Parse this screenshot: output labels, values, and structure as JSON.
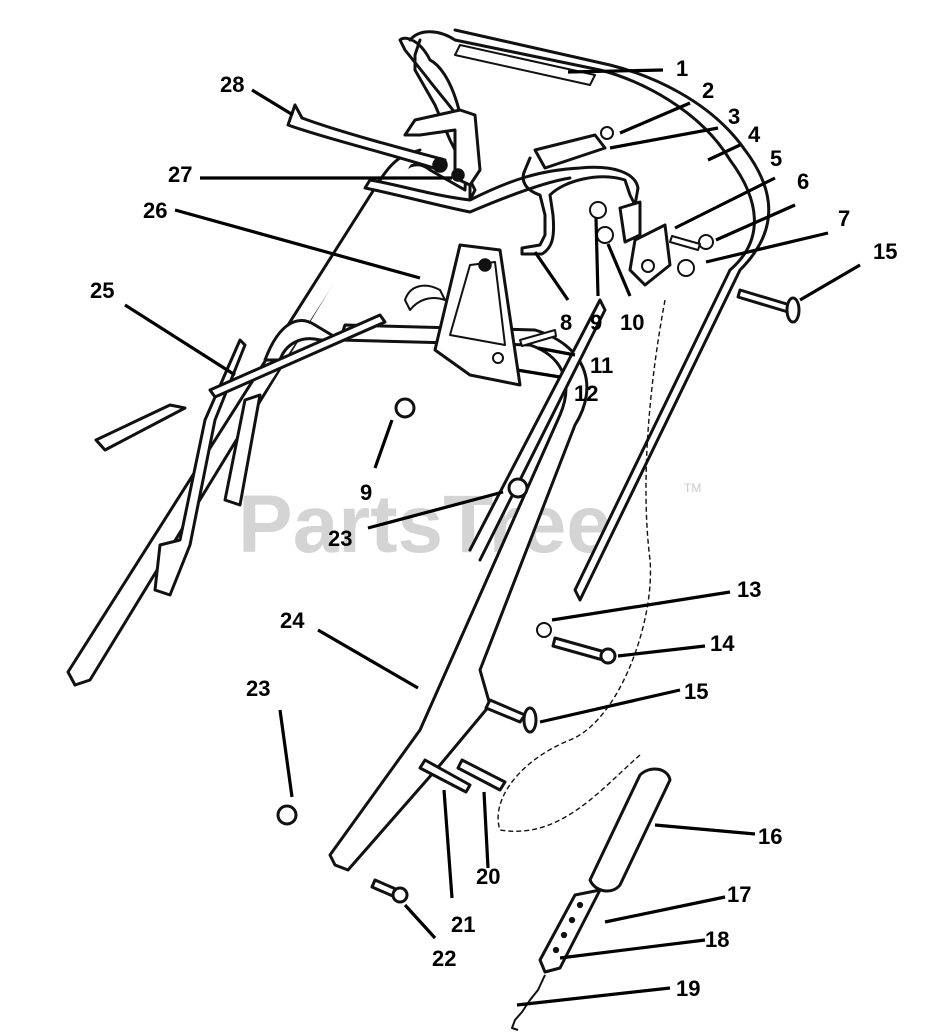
{
  "watermark": {
    "text": "PartsTree",
    "trademark": "TM"
  },
  "callouts": [
    "1",
    "2",
    "3",
    "4",
    "5",
    "6",
    "7",
    "15",
    "28",
    "27",
    "26",
    "25",
    "8",
    "9",
    "10",
    "11",
    "12",
    "9",
    "23",
    "13",
    "14",
    "15",
    "24",
    "23",
    "16",
    "17",
    "18",
    "19",
    "20",
    "21",
    "22"
  ],
  "colors": {
    "ink": "#111111",
    "background": "#ffffff",
    "watermark": "#c9c9c9"
  }
}
